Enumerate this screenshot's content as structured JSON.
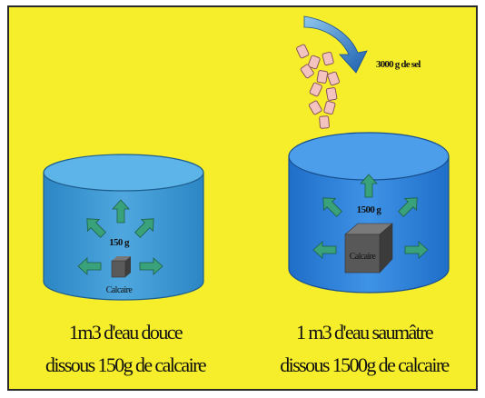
{
  "salt_label": "3000 g de sel",
  "left_tank": {
    "amount_label": "150 g",
    "cube_label": "Calcaire",
    "caption_line1": "1m3 d'eau douce",
    "caption_line2": "dissous 150g de calcaire"
  },
  "right_tank": {
    "amount_label": "1500 g",
    "cube_label": "Calcaire",
    "caption_line1": "1 m3 d'eau saumâtre",
    "caption_line2": "dissous 1500g de calcaire"
  },
  "colors": {
    "background": "#f7ee2b",
    "fresh_water": "#3a9ad6",
    "brackish_water": "#2f7fd8",
    "arrow": "#3aa27a",
    "salt_crystal": "#f3c3c0",
    "cube": "#555555"
  }
}
